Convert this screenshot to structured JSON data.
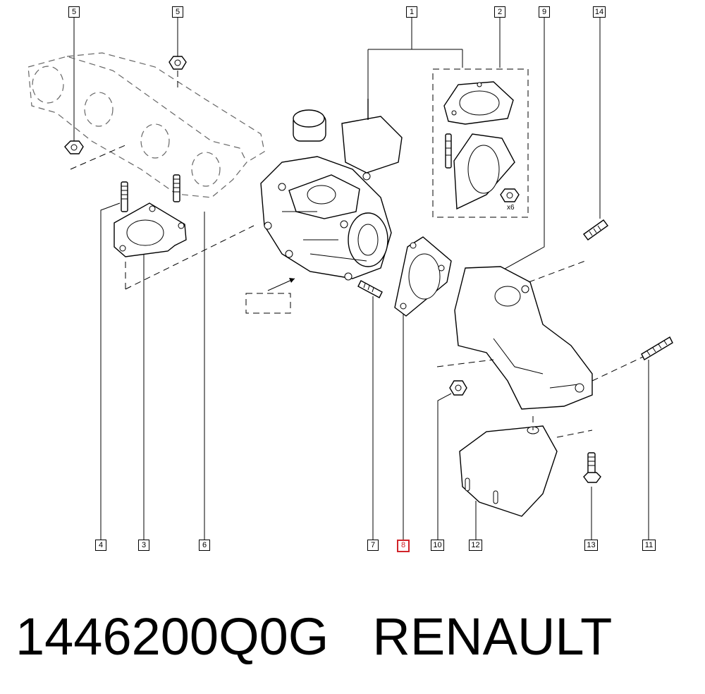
{
  "diagram": {
    "callouts": [
      {
        "label": "5"
      },
      {
        "label": "5"
      },
      {
        "label": "1"
      },
      {
        "label": "2"
      },
      {
        "label": "9"
      },
      {
        "label": "14"
      },
      {
        "label": "4"
      },
      {
        "label": "3"
      },
      {
        "label": "6"
      },
      {
        "label": "7"
      },
      {
        "label": "8"
      },
      {
        "label": "10"
      },
      {
        "label": "12"
      },
      {
        "label": "13"
      },
      {
        "label": "11"
      }
    ],
    "selected_callout": "8",
    "selected_color": "#d1242a",
    "qty_note": "x6"
  },
  "caption": {
    "part_number": "1446200Q0G",
    "brand": "RENAULT"
  }
}
